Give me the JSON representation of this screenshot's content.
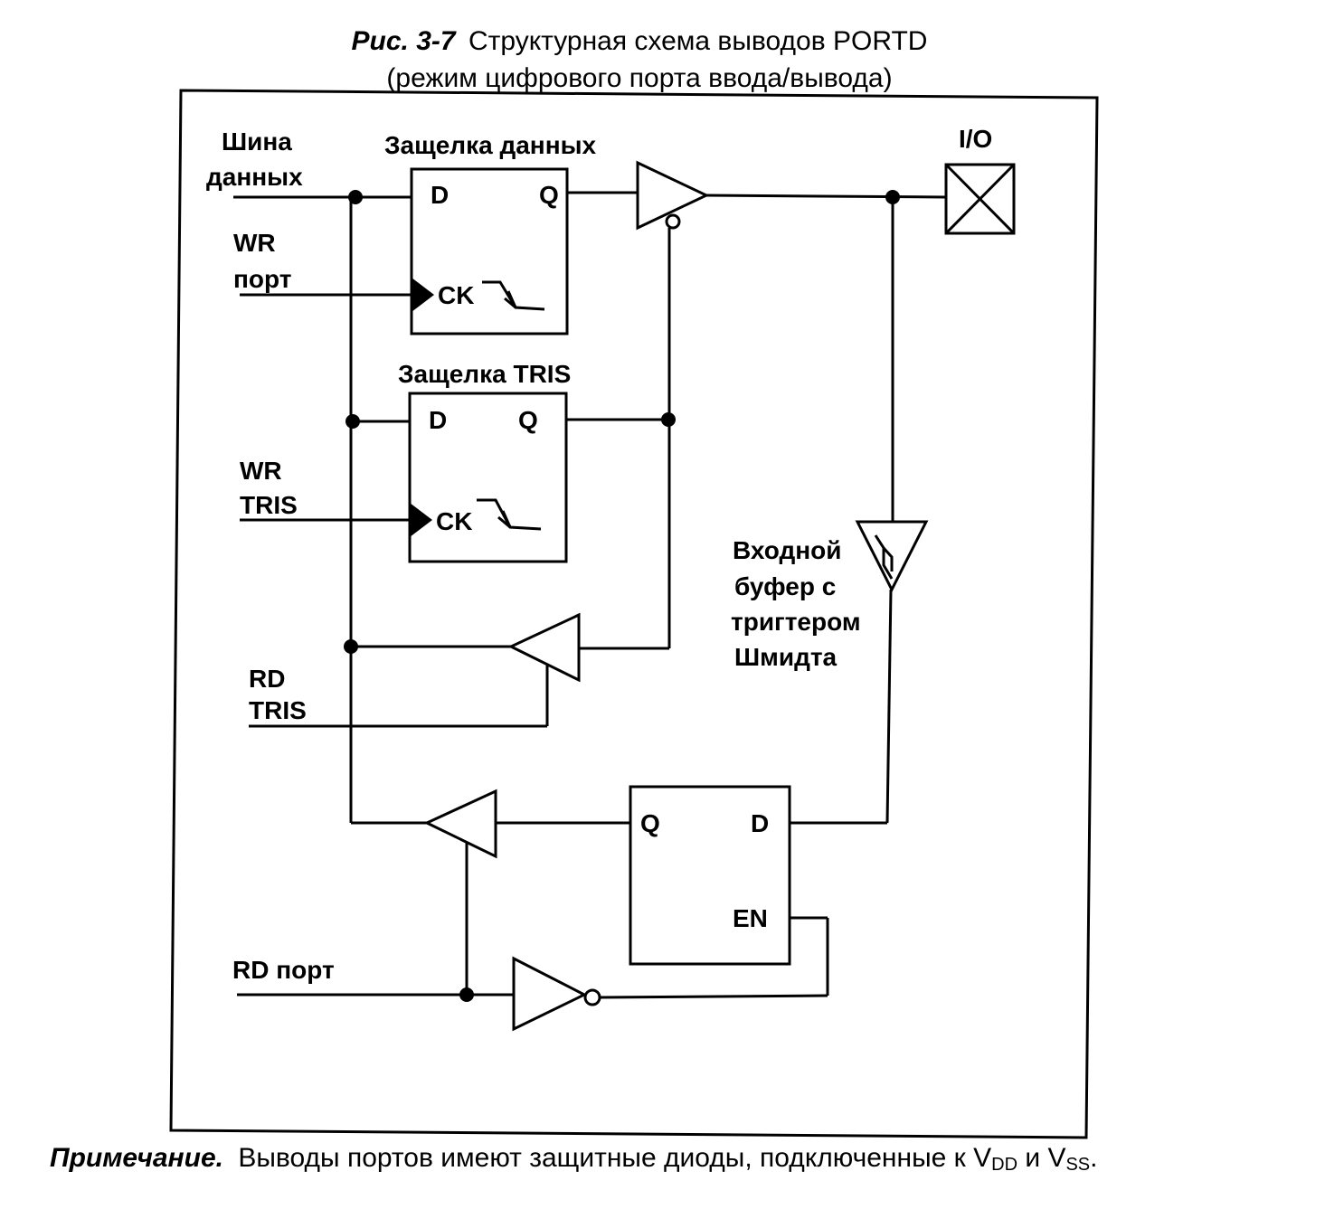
{
  "caption": {
    "fig_number": "Рис. 3-7",
    "title_line1": "Структурная схема выводов PORTD",
    "title_line2": "(режим цифрового порта ввода/вывода)"
  },
  "signals": {
    "data_bus_line1": "Шина",
    "data_bus_line2": "данных",
    "wr_port_line1": "WR",
    "wr_port_line2": "порт",
    "wr_tris_line1": "WR",
    "wr_tris_line2": "TRIS",
    "rd_tris_line1": "RD",
    "rd_tris_line2": "TRIS",
    "rd_port": "RD порт",
    "io": "I/O"
  },
  "blocks": {
    "data_latch": {
      "title": "Защелка данных",
      "d": "D",
      "q": "Q",
      "ck": "CK"
    },
    "tris_latch": {
      "title": "Защелка TRIS",
      "d": "D",
      "q": "Q",
      "ck": "CK"
    },
    "input_latch": {
      "q": "Q",
      "d": "D",
      "en": "EN"
    },
    "schmitt_buffer": {
      "line1": "Входной",
      "line2": "буфер с",
      "line3": "тригтером",
      "line4": "Шмидта"
    }
  },
  "note": {
    "label": "Примечание.",
    "text": "Выводы портов имеют защитные диоды, подключенные к V",
    "vdd_sub": "DD",
    "and": " и V",
    "vss_sub": "SS",
    "end": "."
  }
}
